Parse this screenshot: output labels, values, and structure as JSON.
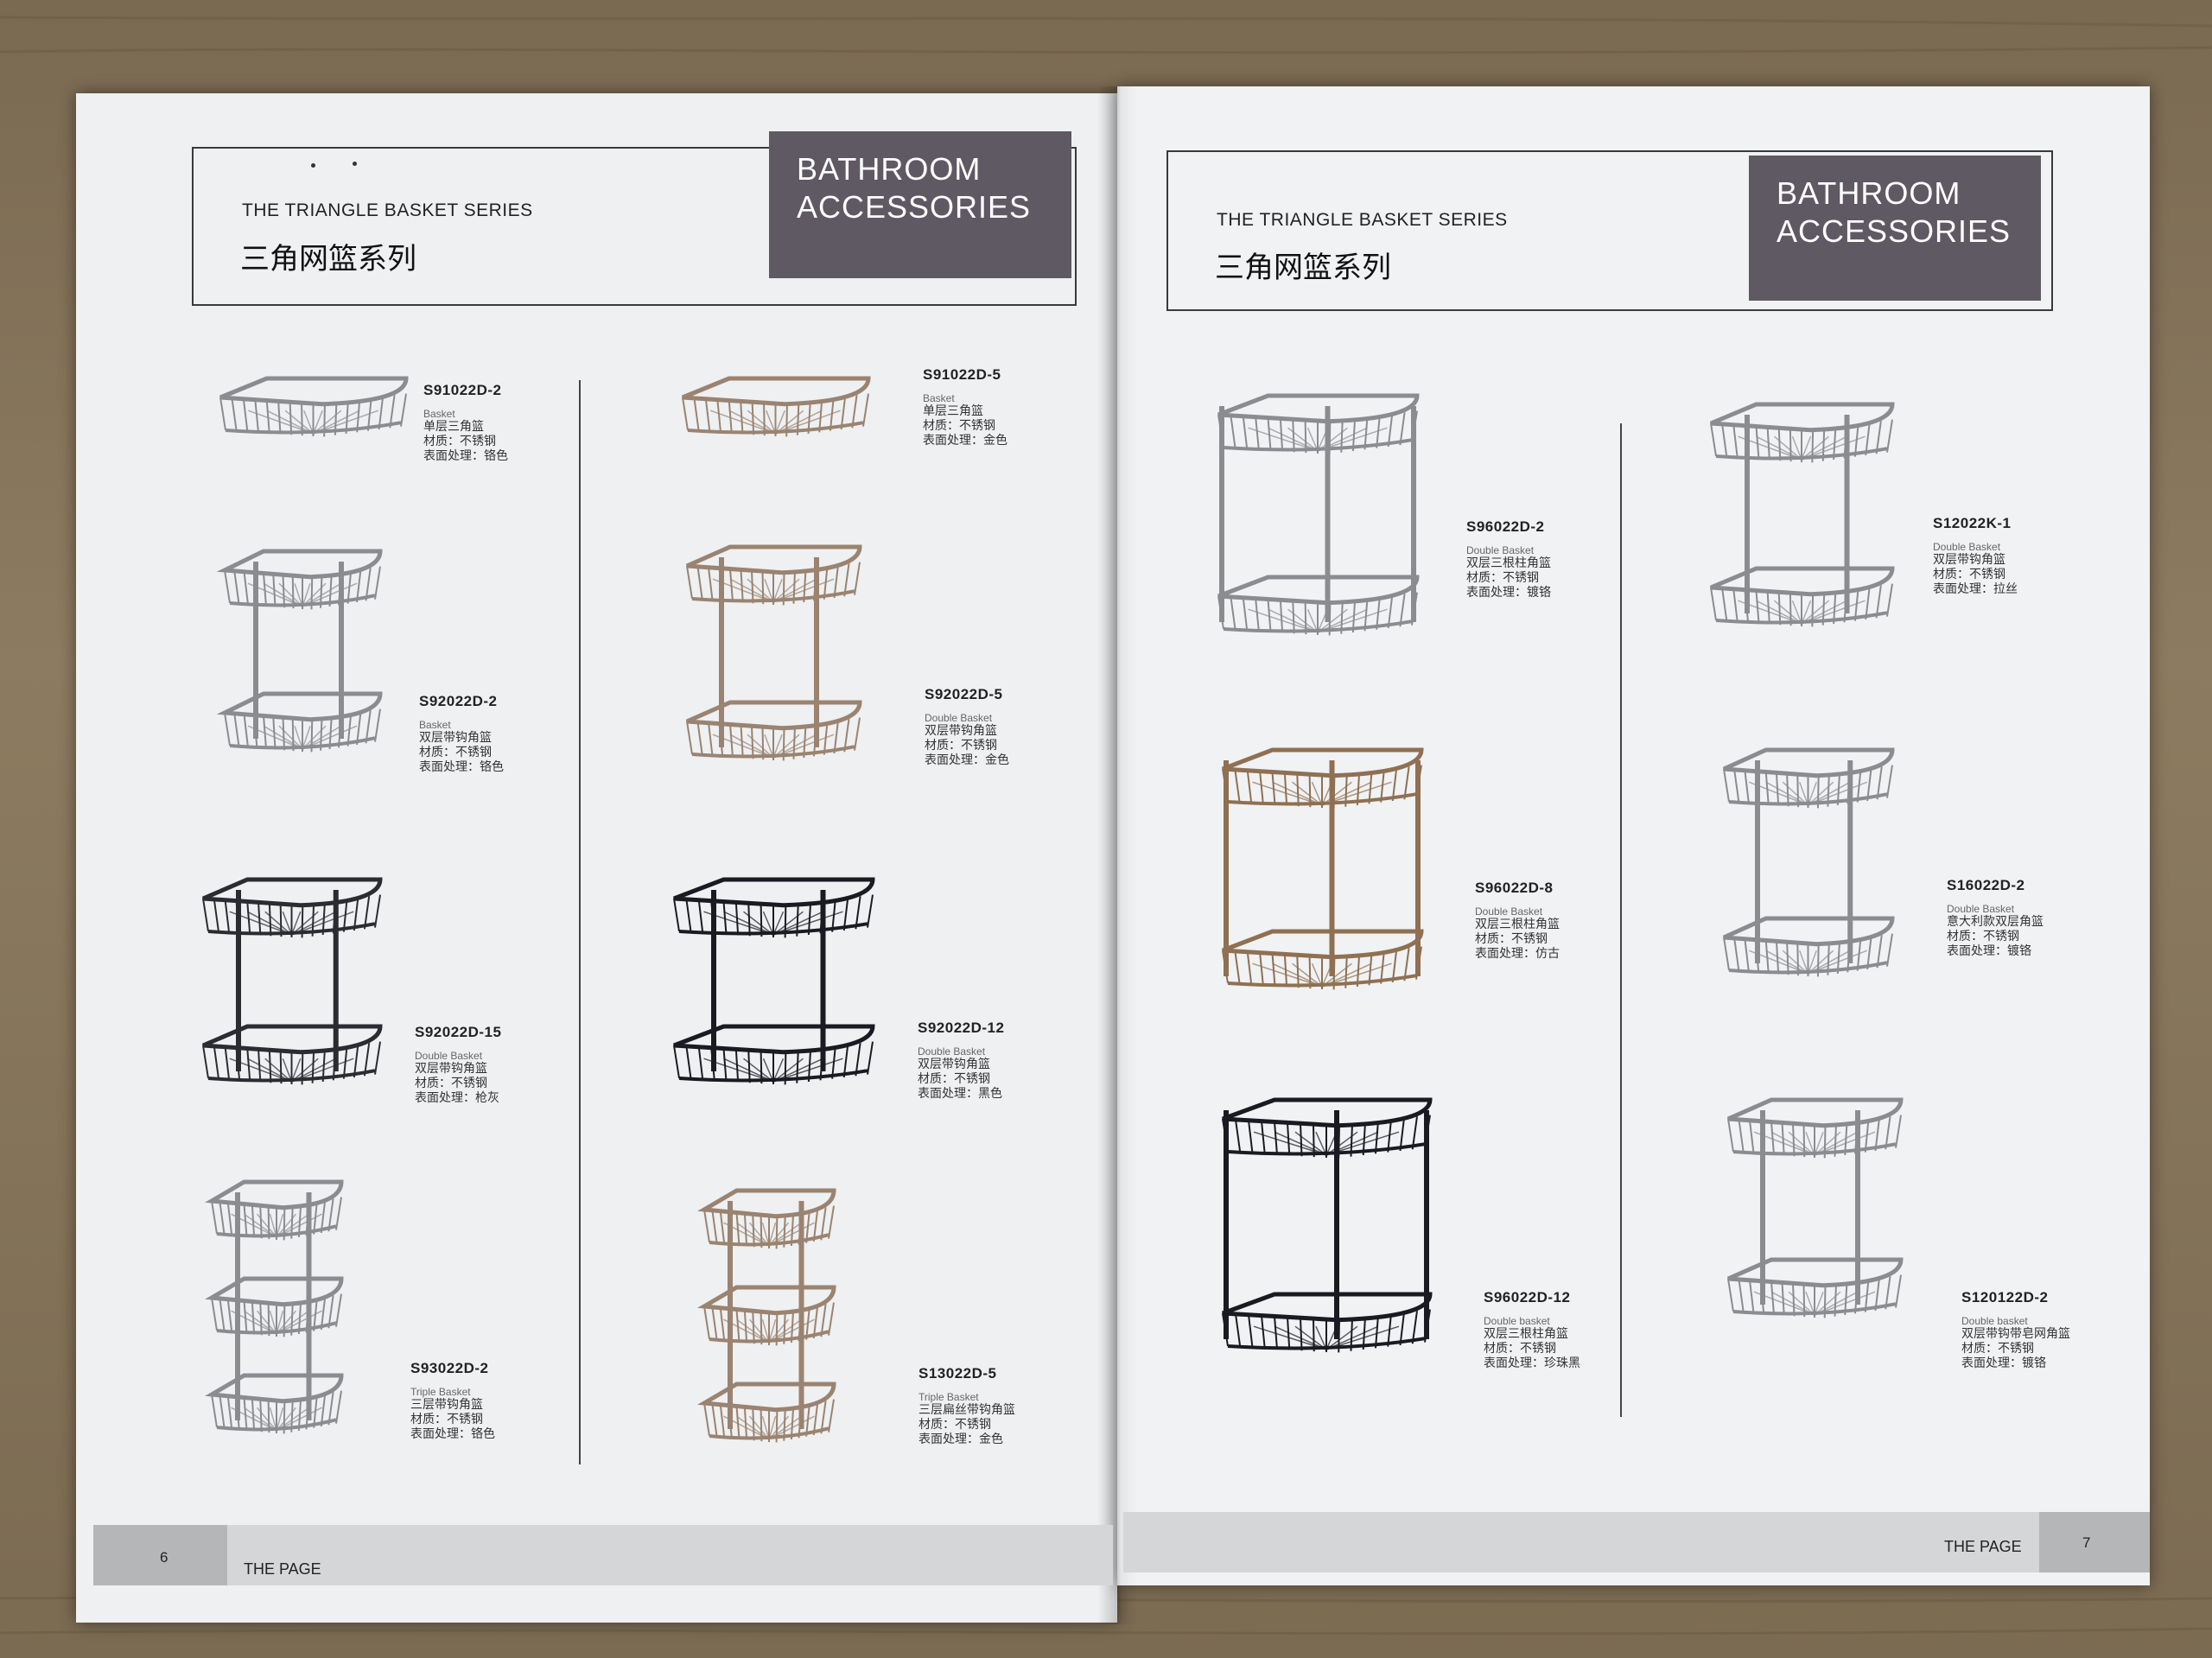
{
  "left_page": {
    "series_en": "THE TRIANGLE BASKET SERIES",
    "series_cn": "三角网篮系列",
    "banner_line1": "BATHROOM",
    "banner_line2": "ACCESSORIES",
    "page_number": "6",
    "footer_label": "THE PAGE",
    "products": [
      {
        "code": "S91022D-2",
        "type": "Basket",
        "name": "单层三角篮",
        "material": "材质：不锈钢",
        "finish": "表面处理：铬色"
      },
      {
        "code": "S91022D-5",
        "type": "Basket",
        "name": "单层三角篮",
        "material": "材质：不锈钢",
        "finish": "表面处理：金色"
      },
      {
        "code": "S92022D-2",
        "type": "Basket",
        "name": "双层带钩角篮",
        "material": "材质：不锈钢",
        "finish": "表面处理：铬色"
      },
      {
        "code": "S92022D-5",
        "type": "Double Basket",
        "name": "双层带钩角篮",
        "material": "材质：不锈钢",
        "finish": "表面处理：金色"
      },
      {
        "code": "S92022D-15",
        "type": "Double Basket",
        "name": "双层带钩角篮",
        "material": "材质：不锈钢",
        "finish": "表面处理：枪灰"
      },
      {
        "code": "S92022D-12",
        "type": "Double Basket",
        "name": "双层带钩角篮",
        "material": "材质：不锈钢",
        "finish": "表面处理：黑色"
      },
      {
        "code": "S93022D-2",
        "type": "Triple Basket",
        "name": "三层带钩角篮",
        "material": "材质：不锈钢",
        "finish": "表面处理：铬色"
      },
      {
        "code": "S13022D-5",
        "type": "Triple Basket",
        "name": "三层扁丝带钩角篮",
        "material": "材质：不锈钢",
        "finish": "表面处理：金色"
      }
    ]
  },
  "right_page": {
    "series_en": "THE TRIANGLE BASKET SERIES",
    "series_cn": "三角网篮系列",
    "banner_line1": "BATHROOM",
    "banner_line2": "ACCESSORIES",
    "page_number": "7",
    "footer_label": "THE PAGE",
    "products": [
      {
        "code": "S96022D-2",
        "type": "Double Basket",
        "name": "双层三根柱角篮",
        "material": "材质：不锈钢",
        "finish": "表面处理：镀铬"
      },
      {
        "code": "S12022K-1",
        "type": "Double Basket",
        "name": "双层带钩角篮",
        "material": "材质：不锈钢",
        "finish": "表面处理：拉丝"
      },
      {
        "code": "S96022D-8",
        "type": "Double Basket",
        "name": "双层三根柱角篮",
        "material": "材质：不锈钢",
        "finish": "表面处理：仿古"
      },
      {
        "code": "S16022D-2",
        "type": "Double Basket",
        "name": "意大利款双层角篮",
        "material": "材质：不锈钢",
        "finish": "表面处理：镀铬"
      },
      {
        "code": "S96022D-12",
        "type": "Double basket",
        "name": "双层三根柱角篮",
        "material": "材质：不锈钢",
        "finish": "表面处理：珍珠黑"
      },
      {
        "code": "S120122D-2",
        "type": "Double basket",
        "name": "双层带钩带皂网角篮",
        "material": "材质：不锈钢",
        "finish": "表面处理：镀铬"
      }
    ]
  },
  "colors": {
    "banner": "#5f5963",
    "chrome": "#8a8c90",
    "gold": "#9a8370",
    "gunmetal": "#2a2c32",
    "black": "#1a1b22",
    "antique": "#8f7052"
  }
}
